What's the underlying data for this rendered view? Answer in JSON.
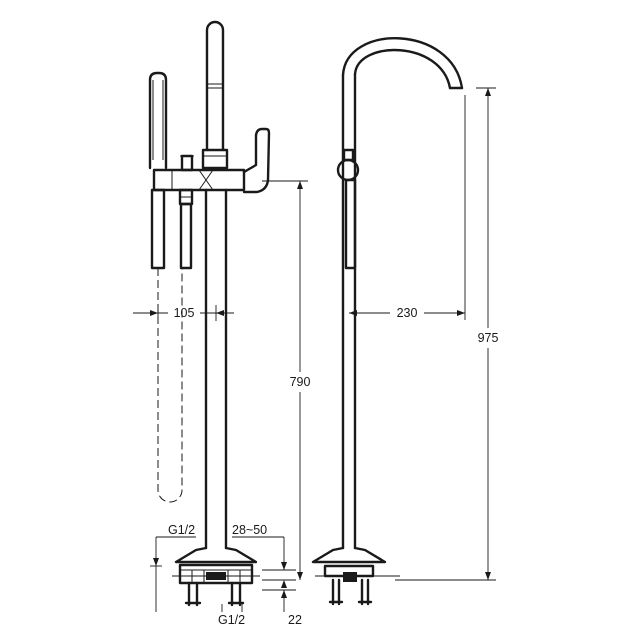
{
  "diagram": {
    "colors": {
      "line": "#1a1a1a",
      "background": "#ffffff"
    },
    "dimensions": {
      "handset_offset": "105",
      "spout_reach": "230",
      "outlet_height": "790",
      "total_height": "975",
      "adjust_range": "28~50",
      "floor_gap": "22",
      "inlet_top": "G1/2",
      "inlet_bottom": "G1/2"
    }
  }
}
